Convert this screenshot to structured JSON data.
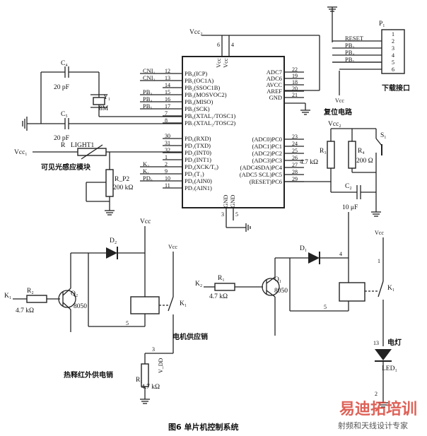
{
  "mcu": {
    "top_pins": [
      "6",
      "4"
    ],
    "top_labels": [
      "Vcc",
      "Vcc"
    ],
    "left_pins": [
      {
        "num": "12",
        "name": "PB₀(ICP)",
        "net": "CNI₁"
      },
      {
        "num": "13",
        "name": "PB₁(OC1A)",
        "net": "CNI₂"
      },
      {
        "num": "14",
        "name": "PB₂(SSOC1B)",
        "net": ""
      },
      {
        "num": "15",
        "name": "PB₃(MOSVOC2)",
        "net": "PB₃"
      },
      {
        "num": "16",
        "name": "PB₄(MISO)",
        "net": "PB₄"
      },
      {
        "num": "17",
        "name": "PB₅(SCK)",
        "net": "PB₅"
      },
      {
        "num": "7",
        "name": "PB₆(XTAL₁/TOSC1)",
        "net": ""
      },
      {
        "num": "8",
        "name": "PB₇(XTAL₂/TOSC2)",
        "net": ""
      },
      {
        "num": "30",
        "name": "PD₀(RXD)",
        "net": ""
      },
      {
        "num": "31",
        "name": "PD₁(TXD)",
        "net": ""
      },
      {
        "num": "32",
        "name": "PD₂(INT0)",
        "net": ""
      },
      {
        "num": "1",
        "name": "PD₃(INT1)",
        "net": ""
      },
      {
        "num": "2",
        "name": "PD₄(XCK/T₀)",
        "net": "K₂"
      },
      {
        "num": "9",
        "name": "PD₅(T₁)",
        "net": "K₁"
      },
      {
        "num": "10",
        "name": "PD₆(AIN0)",
        "net": "PD₆"
      },
      {
        "num": "11",
        "name": "PD₇(AIN1)",
        "net": ""
      }
    ],
    "right_pins_top": [
      {
        "num": "22",
        "name": "ADC7"
      },
      {
        "num": "19",
        "name": "ADC6"
      },
      {
        "num": "18",
        "name": "AVCC"
      },
      {
        "num": "20",
        "name": "AREF"
      },
      {
        "num": "21",
        "name": "GND"
      }
    ],
    "right_pins_bottom": [
      {
        "num": "23",
        "name": "(ADC0)PC0"
      },
      {
        "num": "24",
        "name": "(ADC1)PC1"
      },
      {
        "num": "25",
        "name": "(ADC2)PC2"
      },
      {
        "num": "26",
        "name": "(ADC3)PC3"
      },
      {
        "num": "27",
        "name": "(ADC4SDA)PC4"
      },
      {
        "num": "28",
        "name": "(ADC5 SCL)PC5"
      },
      {
        "num": "29",
        "name": "(RESET)PC6"
      }
    ],
    "bottom_labels": [
      "GND",
      "GND"
    ],
    "bottom_pins": [
      "3",
      "5"
    ]
  },
  "labels": {
    "vcc_top": "Vcc₂",
    "vcc_left": "Vcc₁",
    "c4": "C₄",
    "c4_val": "20 pF",
    "c5": "C₅",
    "c5_val": "20 pF",
    "y1": "Y₁",
    "y1_val": "8M",
    "r_light": "R",
    "light_name": "LIGHT1",
    "light_module": "可见光感应模块",
    "rp2": "R_P2",
    "rp2_val": "200 kΩ",
    "p1": "P₁",
    "p1_nets": [
      "RESET",
      "PB₃",
      "PB₄",
      "PB₅"
    ],
    "p1_pins": [
      "1",
      "2",
      "3",
      "4",
      "5",
      "6"
    ],
    "download_port": "下载接口",
    "reset_circuit": "复位电路",
    "vcc_reset": "Vcc₂",
    "r3": "R₃",
    "r3_val": "4.7 kΩ",
    "r4": "R₄",
    "r4_val": "200 Ω",
    "s1": "S₁",
    "c2": "C₂",
    "c2_val": "10 μF",
    "vcc_avcc": "Vcc",
    "k1": "K₁",
    "r2": "R₂",
    "r2_val": "4.7 kΩ",
    "q2": "Q₂",
    "q2_val": "8050",
    "d2": "D₂",
    "vcc_relay1": "Vcc",
    "vcc_k1": "Vcc",
    "k1_switch": "K₁",
    "relay1_pin": "5",
    "motor": "电机供应销",
    "pin3": "3",
    "pir": "热释红外供电销",
    "r1_left": "R₁",
    "r1_left_val": "4.7 kΩ",
    "vdd": "V_DD",
    "k2": "K₂",
    "r1": "R₁",
    "r1_val": "4.7 kΩ",
    "q1": "Q₁",
    "q1_val": "8050",
    "d1": "D₁",
    "relay2_pin4": "4",
    "relay2_pin5": "5",
    "vcc_k2": "Vcc",
    "k2_pin1": "1",
    "k2_switch": "K₁",
    "lamp": "电灯",
    "pin13": "13",
    "led": "LED₁",
    "pin2": "2"
  },
  "caption": "图6   单片机控制系统",
  "watermark": {
    "title": "易迪拓培训",
    "subtitle": "射频和天线设计专家"
  }
}
